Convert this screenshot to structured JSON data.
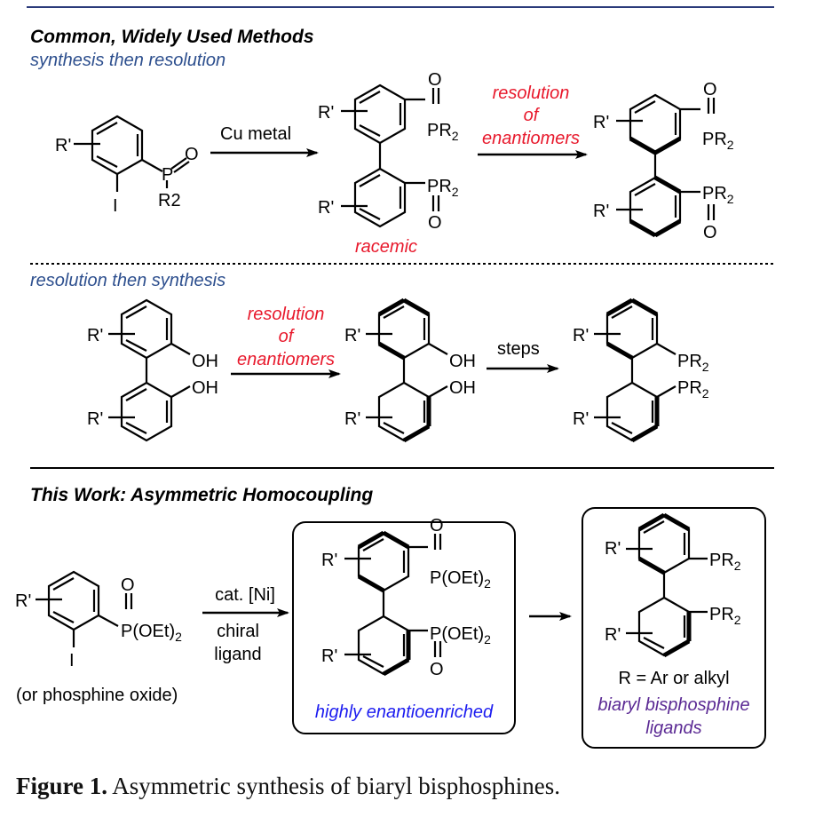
{
  "sections": {
    "common_title": "Common, Widely Used Methods",
    "route1_title": "synthesis then resolution",
    "route2_title": "resolution then synthesis",
    "this_work_title": "This Work: Asymmetric Homocoupling"
  },
  "reagents": {
    "cu_metal": "Cu metal",
    "resolution_1": "resolution",
    "of_1": "of",
    "enantiomers_1": "enantiomers",
    "racemic": "racemic",
    "resolution_2": "resolution",
    "of_2": "of",
    "enantiomers_2": "enantiomers",
    "steps": "steps",
    "cat_ni": "cat. [Ni]",
    "chiral": "chiral",
    "ligand": "ligand",
    "or_phosphine_oxide": "(or phosphine oxide)",
    "highly_enantioenriched": "highly enantioenriched",
    "r_def": "R = Ar or alkyl",
    "biaryl_bisphosphine": "biaryl bisphosphine",
    "ligands": "ligands"
  },
  "chem": {
    "r_prime": "R'",
    "I": "I",
    "O": "O",
    "P": "P",
    "R2": "R2",
    "PR2": "PR2",
    "OH": "OH",
    "P_OEt2": "P(OEt)2"
  },
  "caption": {
    "label": "Figure 1.",
    "text": " Asymmetric synthesis of biaryl bisphosphines."
  },
  "colors": {
    "rule_blue": "#2b3a7a",
    "subtitle_blue": "#2d4f8e",
    "red": "#e8192c",
    "blue": "#1c1cf0",
    "purple": "#5b2a94",
    "black": "#000000"
  }
}
